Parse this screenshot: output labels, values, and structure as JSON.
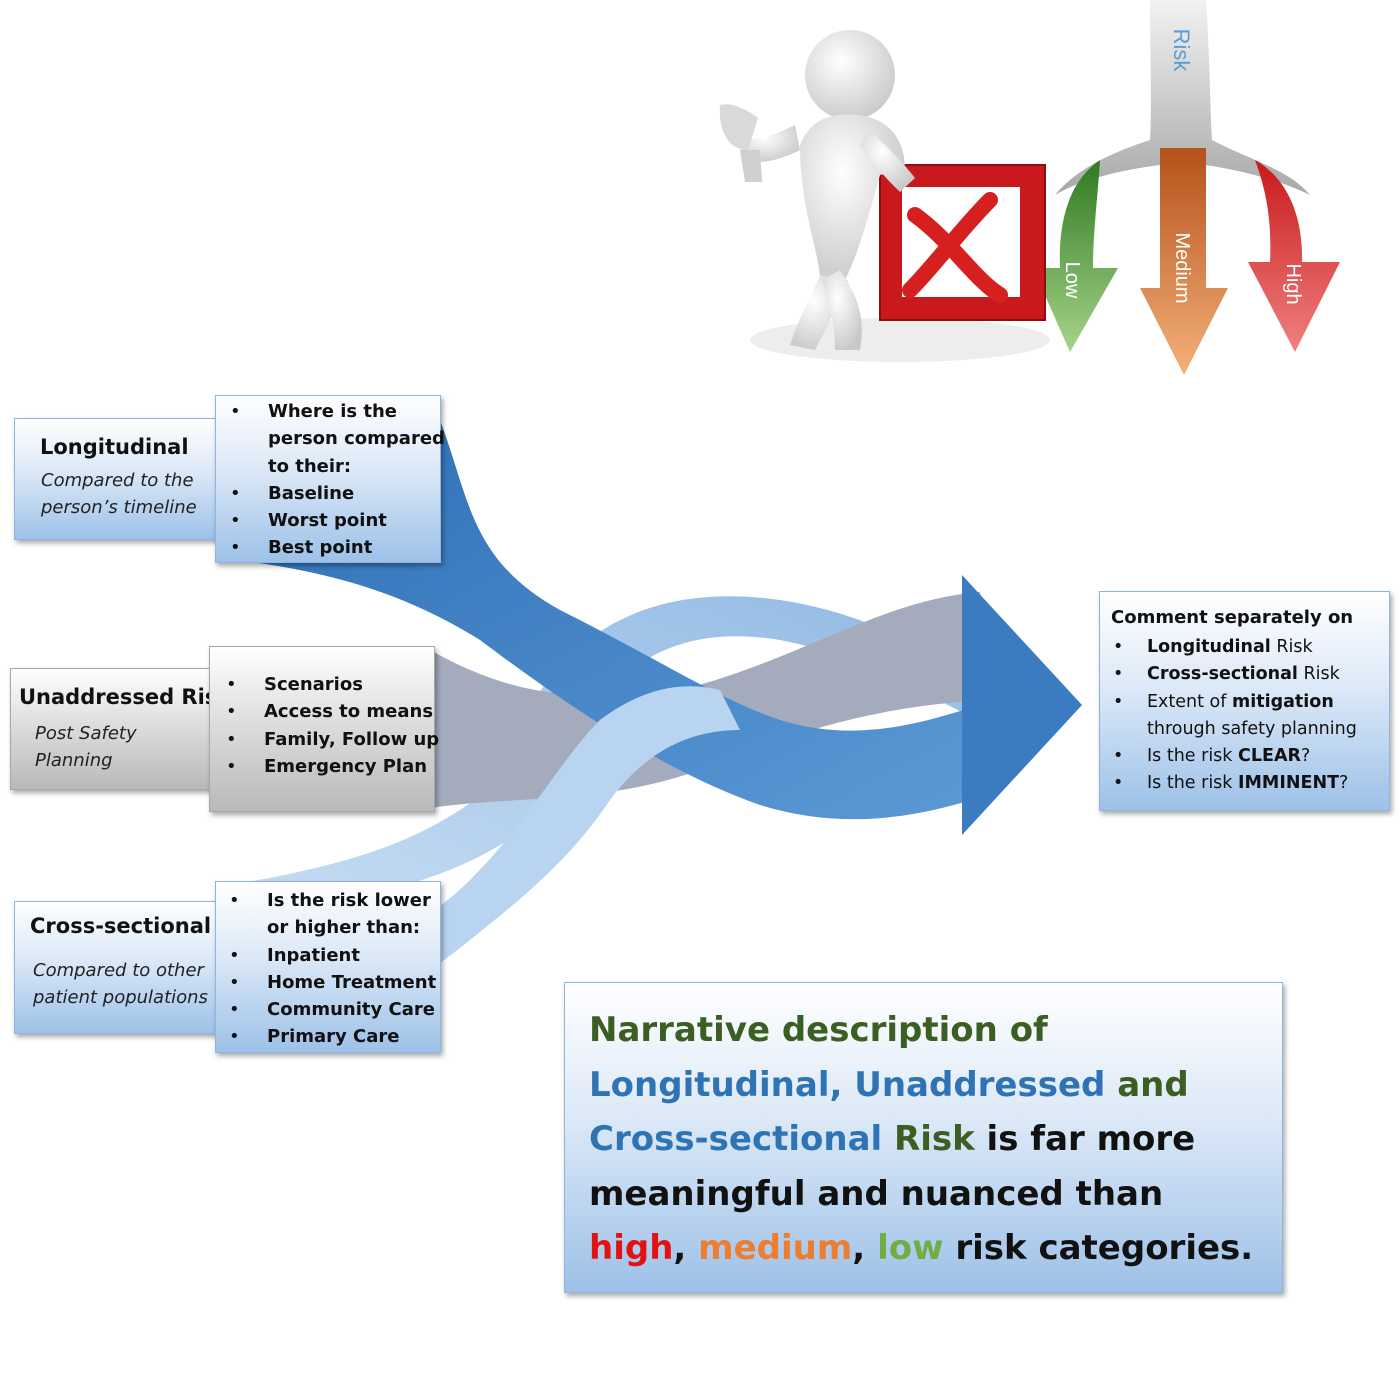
{
  "figure": {
    "risk_label": "Risk",
    "arrow_labels": [
      "Low",
      "Medium",
      "High"
    ]
  },
  "longitudinal": {
    "title": "Longitudinal",
    "subtitle_lines": [
      "Compared to the",
      "person’s timeline"
    ],
    "bullets": [
      "Where is the",
      "person compared",
      "to their:",
      "Baseline",
      "Worst point",
      "Best point"
    ]
  },
  "unaddressed": {
    "title": "Unaddressed Risk",
    "subtitle_lines": [
      "Post Safety",
      "Planning"
    ],
    "bullets": [
      "Scenarios",
      "Access to means",
      "Family, Follow up",
      "Emergency Plan"
    ]
  },
  "cross_sectional": {
    "title": "Cross-sectional",
    "subtitle_lines": [
      "Compared to other",
      "patient populations"
    ],
    "bullets": [
      "Is the risk lower",
      "or higher than:",
      "Inpatient",
      "Home Treatment",
      "Community Care",
      "Primary Care"
    ]
  },
  "comment": {
    "heading": "Comment separately on",
    "items": [
      {
        "bold": "Longitudinal",
        "rest": " Risk"
      },
      {
        "bold": "Cross-sectional",
        "rest": " Risk"
      },
      {
        "pre": "Extent of ",
        "bold": "mitigation"
      },
      {
        "rest": "through safety planning"
      },
      {
        "pre": "Is the risk ",
        "bold": "CLEAR",
        "rest": "?"
      },
      {
        "pre": "Is the risk ",
        "bold": "IMMINENT",
        "rest": "?"
      }
    ]
  },
  "narrative": {
    "l1_a": "Narrative description of",
    "l2_a": "Longitudinal, Unaddressed",
    "l2_b": " and",
    "l3_a": "Cross-sectional",
    "l3_b": " Risk",
    "l3_c": " is far more",
    "l4": "meaningful and nuanced than",
    "l5_high": "high",
    "l5_c1": ", ",
    "l5_medium": "medium",
    "l5_c2": ", ",
    "l5_low": "low",
    "l5_rest": " risk categories."
  },
  "colors": {
    "blue_ribbon": "#4a8acb",
    "light_ribbon": "#a6c8ec",
    "gray_ribbon": "#a3abbd",
    "low": "#5a9a3a",
    "medium": "#d0742a",
    "high": "#dd2a2a",
    "risk_text": "#5b9bd5"
  }
}
